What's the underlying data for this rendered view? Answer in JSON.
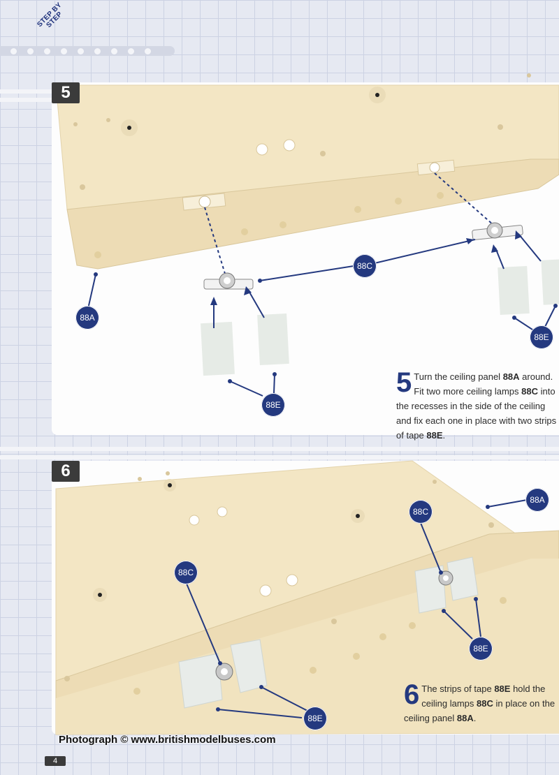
{
  "header": {
    "section_line1": "STEP BY",
    "section_line2": "STEP"
  },
  "step5": {
    "number": "5",
    "callouts": {
      "a": "88A",
      "c": "88C",
      "e1": "88E",
      "e2": "88E"
    },
    "instruction": {
      "num": "5",
      "t1": "Turn the ceiling panel ",
      "r1": "88A",
      "t2": " around. Fit two more ceiling lamps ",
      "r2": "88C",
      "t3": " into the recesses in the side of the ceiling and fix each one in place with two strips of tape ",
      "r3": "88E",
      "t4": "."
    }
  },
  "step6": {
    "number": "6",
    "callouts": {
      "a": "88A",
      "c1": "88C",
      "c2": "88C",
      "e1": "88E",
      "e2": "88E"
    },
    "instruction": {
      "num": "6",
      "t1": "The strips of tape ",
      "r1": "88E",
      "t2": " hold the ceiling lamps ",
      "r2": "88C",
      "t3": " in place on the ceiling panel ",
      "r3": "88A",
      "t4": "."
    }
  },
  "footer": {
    "credit": "Photograph © www.britishmodelbuses.com",
    "page": "4"
  },
  "colors": {
    "accent": "#24397f",
    "plastic": "#f3e6c4",
    "panel": "#fdfdfd"
  }
}
